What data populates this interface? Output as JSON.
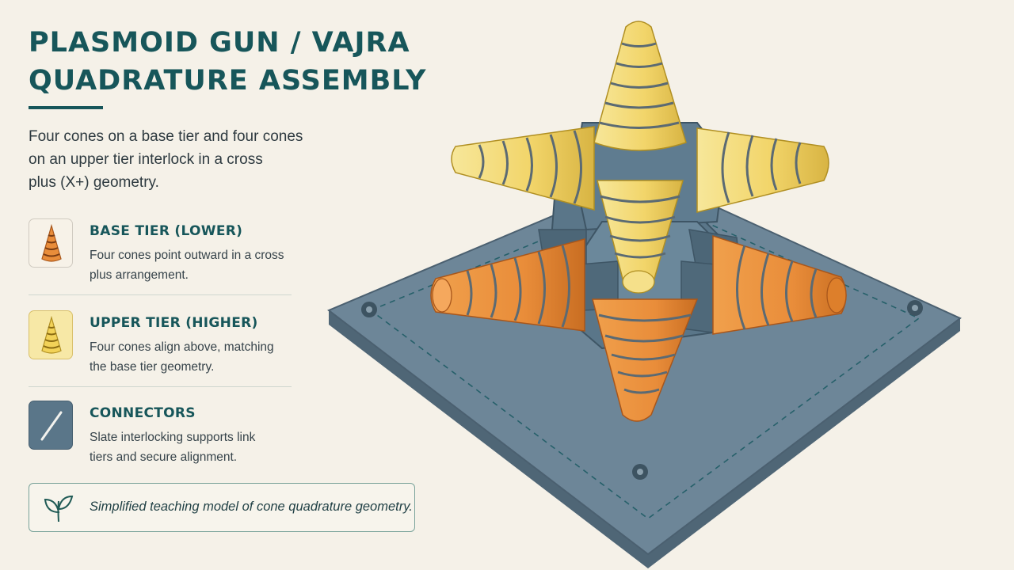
{
  "header": {
    "title_line1": "PLASMOID GUN / VAJRA",
    "title_line2": "QUADRATURE ASSEMBLY"
  },
  "intro": {
    "line1": "Four cones on a base tier and four cones",
    "line2": "on an upper tier interlock in a cross",
    "line3": "plus (X+) geometry."
  },
  "legend": [
    {
      "title": "BASE TIER (LOWER)",
      "desc_line1": "Four cones point outward in a cross",
      "desc_line2": "plus arrangement.",
      "icon": "orange-cone-icon",
      "color": "#e98d3a"
    },
    {
      "title": "UPPER TIER (HIGHER)",
      "desc_line1": "Four cones align above, matching",
      "desc_line2": "the base tier geometry.",
      "icon": "yellow-cone-icon",
      "color": "#f2d774"
    },
    {
      "title": "CONNECTORS",
      "desc_line1": "Slate interlocking supports link",
      "desc_line2": "tiers and secure alignment.",
      "icon": "connector-rod-icon",
      "color": "#5a7689"
    }
  ],
  "note": {
    "text": "Simplified teaching model of cone quadrature geometry.",
    "icon": "leaf-icon"
  },
  "colors": {
    "accent": "#17565a",
    "background": "#f5f1e8",
    "base_plate": "#6d8698",
    "orange_cone": "#e98d3a",
    "yellow_cone": "#f2d774",
    "connector": "#5a7689"
  }
}
